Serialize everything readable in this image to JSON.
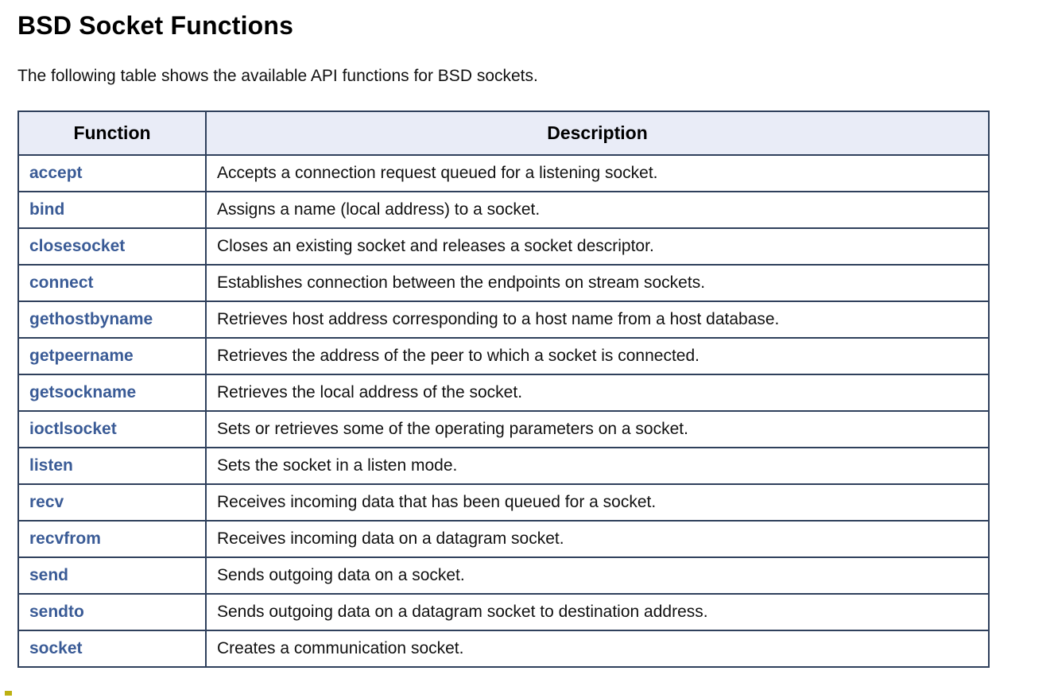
{
  "page": {
    "title": "BSD Socket Functions",
    "intro": "The following table shows the available API functions for BSD sockets."
  },
  "table": {
    "headers": {
      "function": "Function",
      "description": "Description"
    },
    "rows": [
      {
        "function": "accept",
        "description": "Accepts a connection request queued for a listening socket."
      },
      {
        "function": "bind",
        "description": "Assigns a name (local address) to a socket."
      },
      {
        "function": "closesocket",
        "description": "Closes an existing socket and releases a socket descriptor."
      },
      {
        "function": "connect",
        "description": "Establishes connection between the endpoints on stream sockets."
      },
      {
        "function": "gethostbyname",
        "description": "Retrieves host address corresponding to a host name from a host database."
      },
      {
        "function": "getpeername",
        "description": "Retrieves the address of the peer to which a socket is connected."
      },
      {
        "function": "getsockname",
        "description": "Retrieves the local address of the socket."
      },
      {
        "function": "ioctlsocket",
        "description": "Sets or retrieves some of the operating parameters on a socket."
      },
      {
        "function": "listen",
        "description": "Sets the socket in a listen mode."
      },
      {
        "function": "recv",
        "description": "Receives incoming data that has been queued for a socket."
      },
      {
        "function": "recvfrom",
        "description": "Receives incoming data on a datagram socket."
      },
      {
        "function": "send",
        "description": "Sends outgoing data on a socket."
      },
      {
        "function": "sendto",
        "description": "Sends outgoing data on a datagram socket to destination address."
      },
      {
        "function": "socket",
        "description": "Creates a communication socket."
      }
    ]
  },
  "colors": {
    "table_border": "#2F405C",
    "header_background": "#E9ECF7",
    "function_link": "#3A5B96",
    "body_text": "#111111",
    "bottom_artifact": "#BDB112"
  }
}
